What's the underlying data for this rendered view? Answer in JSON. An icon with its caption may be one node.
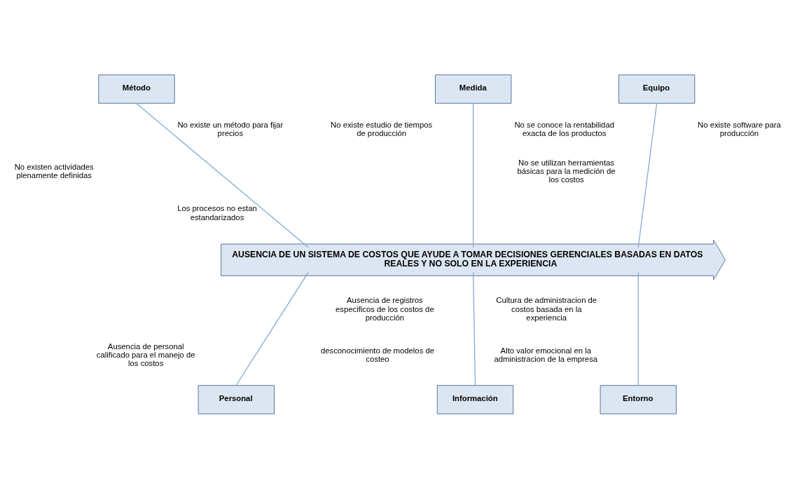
{
  "diagram": {
    "nodes": [
      {
        "text": [
          "Método"
        ]
      },
      {
        "text": [
          "Medida"
        ]
      },
      {
        "text": [
          "Equipo"
        ]
      },
      {
        "text": [
          "AUSENCIA DE UN SISTEMA DE COSTOS QUE AYUDE A TOMAR DECISIONES GERENCIALES BASADAS EN DATOS REALES Y NO SOLO EN LA EXPERIENCIA"
        ]
      },
      {
        "text": [
          "Personal"
        ]
      },
      {
        "text": [
          "Información"
        ]
      },
      {
        "text": [
          "Entorno"
        ]
      }
    ],
    "edges": [
      {
        "from": 0,
        "to": 3,
        "arrow": "none"
      },
      {
        "from": 1,
        "to": 3,
        "arrow": "none"
      },
      {
        "from": 2,
        "to": 3,
        "arrow": "none"
      },
      {
        "from": 4,
        "to": 3,
        "arrow": "none"
      },
      {
        "from": 5,
        "to": 3,
        "arrow": "none"
      },
      {
        "from": 6,
        "to": 3,
        "arrow": "none"
      }
    ],
    "labels": [
      "No existe un método para fijar precios",
      "No existe estudio de tiempos de producción",
      "No se conoce la rentabilidad exacta de los productos",
      "No existe software para producción",
      "No existen actividades plenamente definidas",
      "Los procesos no estan estandarizados",
      "No se utilizan herramientas básicas para la medición de los costos",
      "Ausencia de registros especificos de los costos de producción",
      "Ausencia de personal calificado para el manejo de los costos",
      "Cultura de administracion de costos basada en la experiencia",
      "desconocimiento de modelos de costeo",
      "Alto valor emocional en la administracion de la empresa"
    ]
  }
}
